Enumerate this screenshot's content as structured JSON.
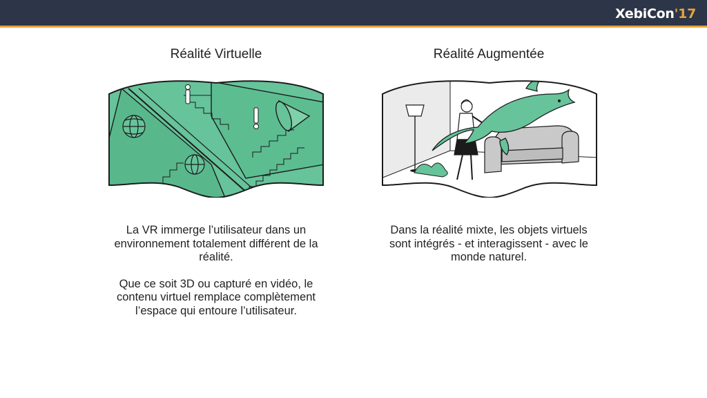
{
  "header": {
    "logo_brand": "XebiCon",
    "logo_year": "'17",
    "bar_color": "#2d3548",
    "accent_color": "#e8a33d"
  },
  "vr": {
    "title": "Réalité Virtuelle",
    "paragraph1": "La VR immerge l’utilisateur dans un environnement totalement différent de la réalité.",
    "paragraph2": "Que ce soit 3D ou capturé en vidéo, le contenu virtuel remplace complètement l’espace qui entoure l’utilisateur.",
    "fill_color": "#66c39a"
  },
  "ar": {
    "title": "Réalité Augmentée",
    "paragraph1": "Dans la réalité mixte, les objets virtuels sont intégrés - et interagissent - avec le monde naturel.",
    "fill_color": "#66c39a"
  }
}
